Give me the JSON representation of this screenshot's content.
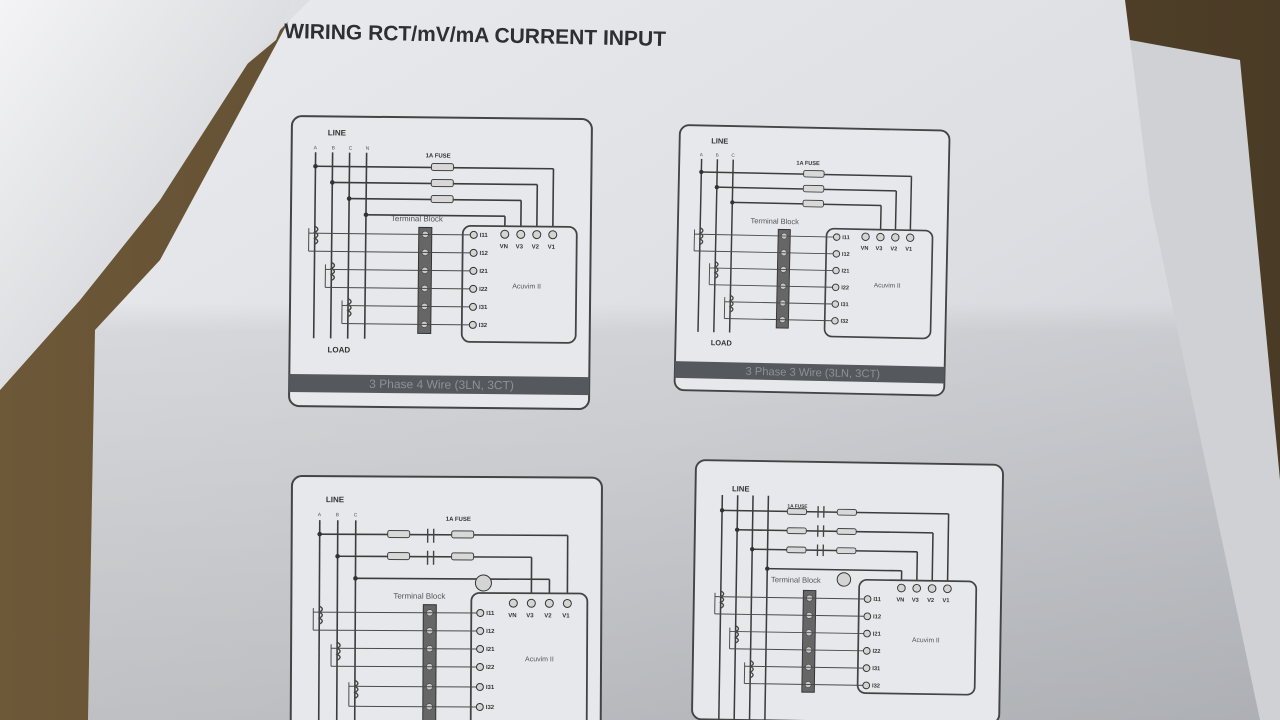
{
  "heading": "WIRING RCT/mV/mA CURRENT INPUT",
  "diagrams": [
    {
      "line_label": "LINE",
      "phase_labels": [
        "A",
        "B",
        "C",
        "N"
      ],
      "fuse_label": "1A FUSE",
      "terminal_block_label": "Terminal Block",
      "meter_label": "Acuvim II",
      "current_terminals": [
        "I11",
        "I12",
        "I21",
        "I22",
        "I31",
        "I32"
      ],
      "voltage_terminals": [
        "VN",
        "V3",
        "V2",
        "V1"
      ],
      "load_label": "LOAD",
      "caption": "3 Phase 4 Wire (3LN, 3CT)"
    },
    {
      "line_label": "LINE",
      "phase_labels": [
        "A",
        "B",
        "C"
      ],
      "fuse_label": "1A FUSE",
      "terminal_block_label": "Terminal Block",
      "meter_label": "Acuvim II",
      "current_terminals": [
        "I11",
        "I12",
        "I21",
        "I22",
        "I31",
        "I32"
      ],
      "voltage_terminals": [
        "VN",
        "V3",
        "V2",
        "V1"
      ],
      "load_label": "LOAD",
      "caption": "3 Phase 3 Wire (3LN, 3CT)"
    },
    {
      "line_label": "LINE",
      "phase_labels": [
        "A",
        "B",
        "C"
      ],
      "fuse_label": "1A FUSE",
      "terminal_block_label": "Terminal Block",
      "meter_label": "Acuvim II",
      "current_terminals": [
        "I11",
        "I12",
        "I21",
        "I22",
        "I31",
        "I32"
      ],
      "voltage_terminals": [
        "VN",
        "V3",
        "V2",
        "V1"
      ]
    },
    {
      "line_label": "LINE",
      "fuse_label": "1A FUSE",
      "terminal_block_label": "Terminal Block",
      "meter_label": "Acuvim II",
      "current_terminals": [
        "I11",
        "I12",
        "I21",
        "I22",
        "I31",
        "I32"
      ],
      "voltage_terminals": [
        "VN",
        "V3",
        "V2",
        "V1"
      ]
    }
  ]
}
